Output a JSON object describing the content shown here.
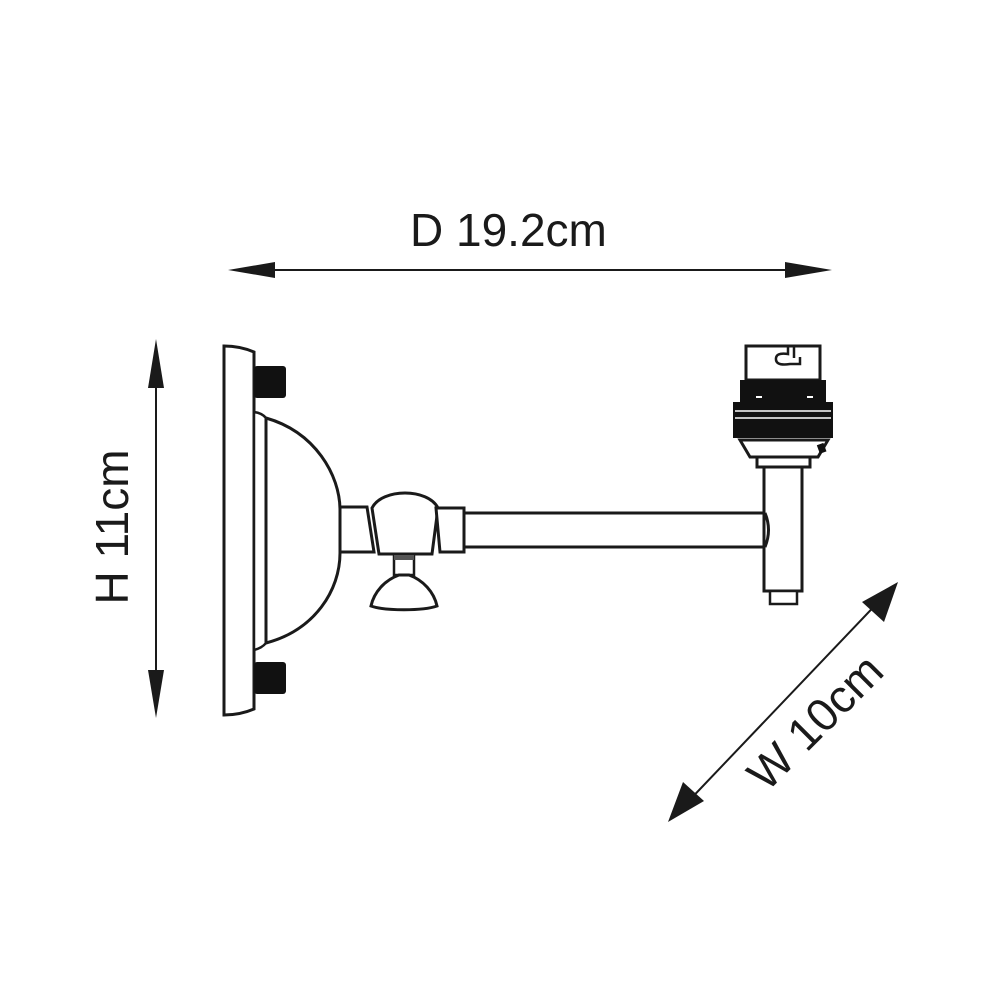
{
  "diagram": {
    "subject": "Wall light fitting (side profile)",
    "colors": {
      "line": "#1a1a1a",
      "fill": "#ffffff",
      "solid": "#111111"
    },
    "dimensions": {
      "depth": {
        "label": "D 19.2cm",
        "value": 19.2,
        "unit": "cm"
      },
      "height": {
        "label": "H 11cm",
        "value": 11,
        "unit": "cm"
      },
      "width": {
        "label": "W 10cm",
        "value": 10,
        "unit": "cm"
      }
    },
    "components": [
      "wall-backplate",
      "mounting-blocks",
      "dome-cover",
      "swivel-knuckle",
      "thumb-screw",
      "horizontal-arm",
      "vertical-stem",
      "bulb-holder"
    ]
  }
}
